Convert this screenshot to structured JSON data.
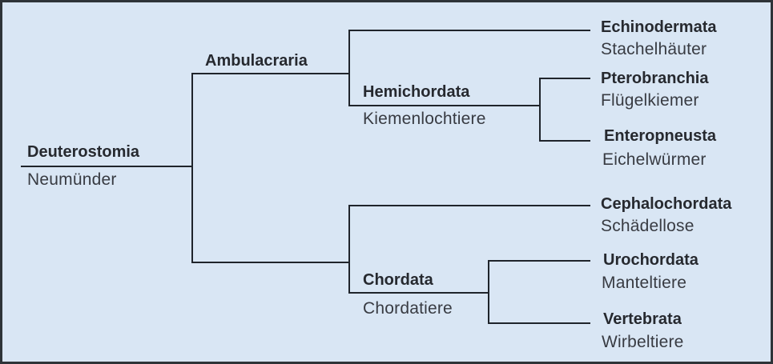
{
  "figure": {
    "type": "cladogram",
    "background_color": "#d9e6f4",
    "line_color": "#1f242b",
    "root": {
      "name": "Deuterostomia",
      "common": "Neumünder"
    },
    "clades": {
      "ambulacraria": {
        "name": "Ambulacraria"
      },
      "hemichordata": {
        "name": "Hemichordata",
        "common": "Kiemenlochtiere"
      },
      "chordata": {
        "name": "Chordata",
        "common": "Chordatiere"
      }
    },
    "leaves": {
      "echinodermata": {
        "name": "Echinodermata",
        "common": "Stachelhäuter"
      },
      "pterobranchia": {
        "name": "Pterobranchia",
        "common": "Flügelkiemer"
      },
      "enteropneusta": {
        "name": "Enteropneusta",
        "common": "Eichelwürmer"
      },
      "cephalochordata": {
        "name": "Cephalochordata",
        "common": "Schädellose"
      },
      "urochordata": {
        "name": "Urochordata",
        "common": "Manteltiere"
      },
      "vertebrata": {
        "name": "Vertebrata",
        "common": "Wirbeltiere"
      }
    }
  }
}
